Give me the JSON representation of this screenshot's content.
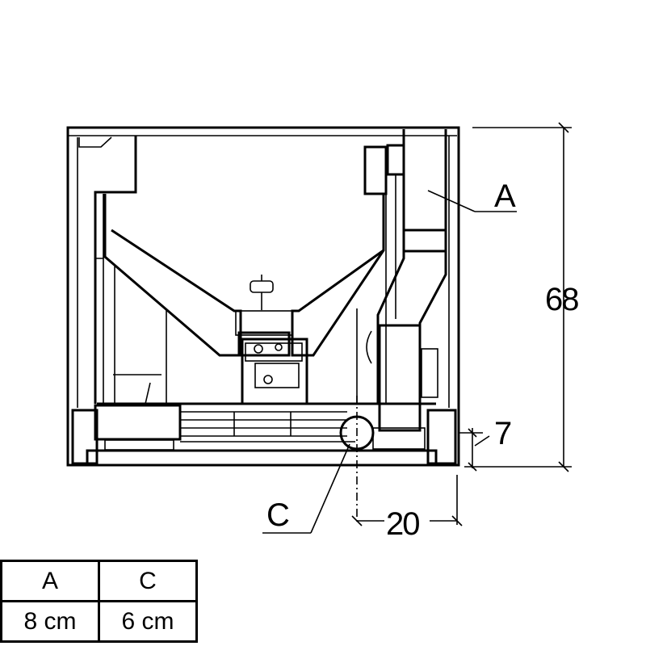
{
  "labels": {
    "a": "A",
    "c": "C"
  },
  "dimensions": {
    "height": "68",
    "offset": "7",
    "width": "20"
  },
  "legend": {
    "headers": [
      "A",
      "C"
    ],
    "values": [
      "8 cm",
      "6 cm"
    ]
  }
}
